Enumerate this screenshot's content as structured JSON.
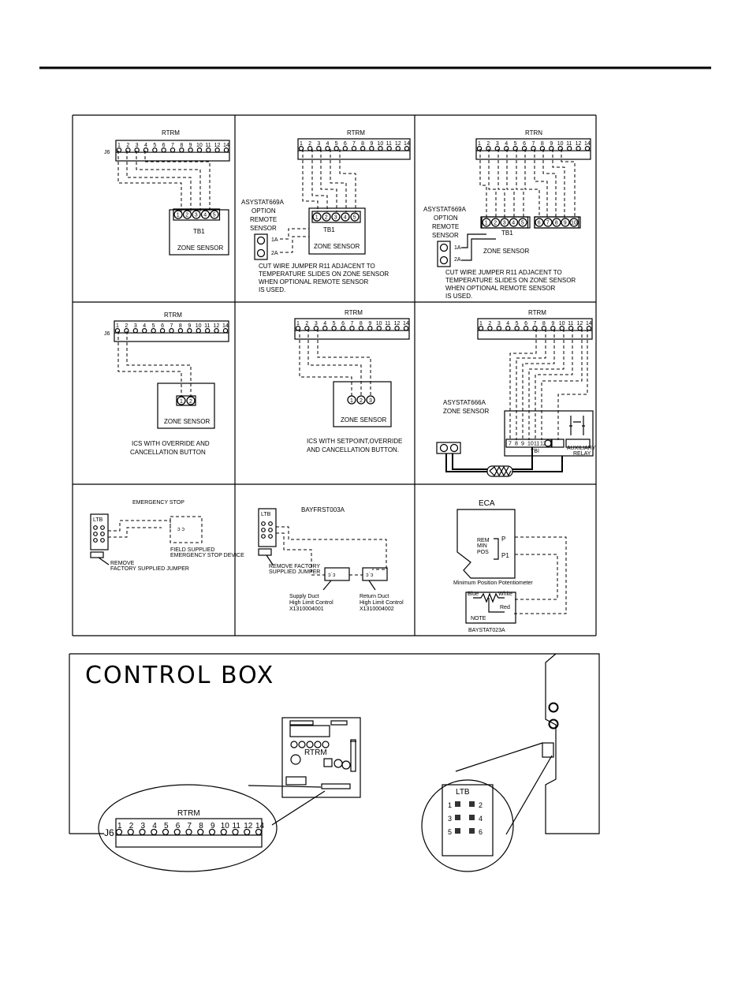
{
  "rtrm": {
    "label": "RTRM",
    "alt_label": "RTRN",
    "connector": "J6",
    "pins": [
      "1",
      "2",
      "3",
      "4",
      "5",
      "6",
      "7",
      "8",
      "9",
      "10",
      "11",
      "12",
      "14"
    ]
  },
  "tb1": {
    "label": "TB1",
    "terminals": [
      "1",
      "2",
      "3",
      "4",
      "5"
    ],
    "extra_terminals": [
      "6",
      "7",
      "8",
      "9",
      "10"
    ]
  },
  "zone_sensor": "ZONE SENSOR",
  "remote_sensor": {
    "option_lines": [
      "ASYSTAT669A",
      "OPTION",
      "REMOTE",
      "SENSOR"
    ],
    "terminals": [
      "1A",
      "2A"
    ],
    "note_lines": [
      "CUT WIRE JUMPER R11 ADJACENT TO",
      "TEMPERATURE SLIDES ON ZONE SENSOR",
      "WHEN OPTIONAL REMOTE SENSOR",
      "IS USED."
    ]
  },
  "ics_override": [
    "ICS WITH OVERRIDE AND",
    "CANCELLATION BUTTON"
  ],
  "ics_setpoint": [
    "ICS WITH SETPOINT,OVERRIDE",
    "AND CANCELLATION BUTTON."
  ],
  "asystat666a": {
    "lines": [
      "ASYSTAT666A",
      "ZONE SENSOR"
    ],
    "tb_label": "TBI",
    "terminals": [
      "7",
      "8",
      "9",
      "10",
      "11",
      "12+1"
    ],
    "auxiliary": [
      "AUXILIARY",
      "RELAY"
    ]
  },
  "emergency": {
    "title": "EMERGENCY STOP",
    "ltb": "LTB",
    "field_device": [
      "FIELD SUPPLIED",
      "EMERGENCY STOP DEVICE"
    ],
    "remove_jumper": [
      "REMOVE",
      "FACTORY SUPPLIED JUMPER"
    ]
  },
  "bayfrst": {
    "title": "BAYFRST003A",
    "remove_jumper": [
      "REMOVE FACTORY",
      "SUPPLIED JUMPER"
    ],
    "supply": [
      "Supply Duct",
      "High Limit Control",
      "X1310004001"
    ],
    "return": [
      "Return Duct",
      "High Limit Control",
      "X1310004002"
    ]
  },
  "eca": {
    "title": "ECA",
    "terminals": [
      "P",
      "P1"
    ],
    "left_labels": [
      "REM",
      "MIN",
      "POS"
    ],
    "pot_label": "Minimum Position Potentiometer",
    "wires": [
      "Blue",
      "White",
      "Red"
    ],
    "note": "NOTE",
    "part": "BAYSTAT023A"
  },
  "control_box": {
    "title": "CONTROL BOX",
    "board_label": "RTRM",
    "ltb": {
      "label": "LTB",
      "terminals": [
        "1",
        "2",
        "3",
        "4",
        "5",
        "6"
      ]
    }
  }
}
